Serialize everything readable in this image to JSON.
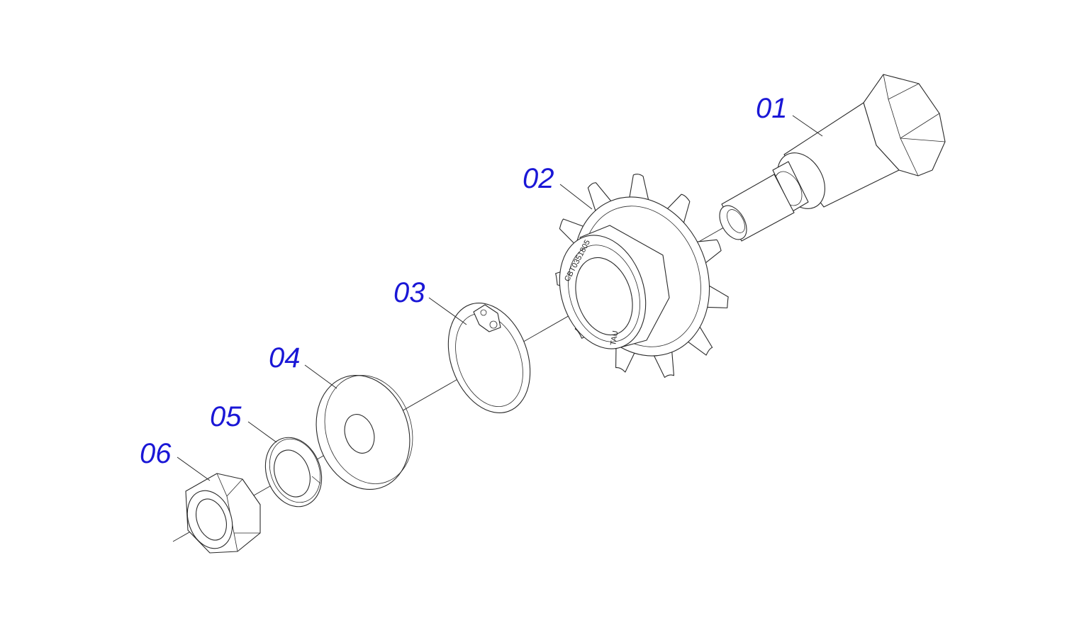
{
  "colors": {
    "callout": "#1a17d6",
    "line": "#2a2a2a",
    "background": "#ffffff"
  },
  "callouts": [
    {
      "id": "01",
      "part": "shoulder-bolt"
    },
    {
      "id": "02",
      "part": "sprocket"
    },
    {
      "id": "03",
      "part": "retaining-ring"
    },
    {
      "id": "04",
      "part": "flat-washer"
    },
    {
      "id": "05",
      "part": "lock-washer"
    },
    {
      "id": "06",
      "part": "hex-nut"
    }
  ],
  "sprocket_engraving": {
    "line1": "CBT0351805",
    "line2": "TAU"
  }
}
